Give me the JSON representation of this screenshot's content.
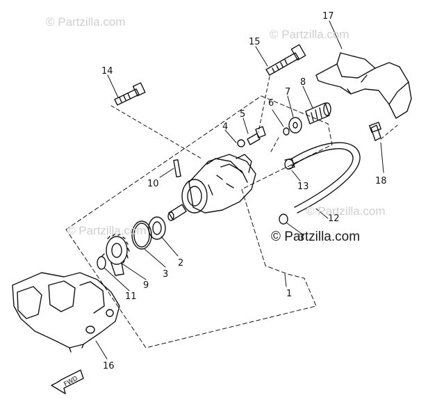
{
  "watermark": {
    "text": "© Partzilla.com"
  },
  "fwd_label": "FWD",
  "callouts": [
    {
      "id": "c1",
      "label": "1"
    },
    {
      "id": "c2",
      "label": "2"
    },
    {
      "id": "c3",
      "label": "3"
    },
    {
      "id": "c4",
      "label": "4"
    },
    {
      "id": "c5",
      "label": "5"
    },
    {
      "id": "c6",
      "label": "6"
    },
    {
      "id": "c7",
      "label": "7"
    },
    {
      "id": "c8",
      "label": "8"
    },
    {
      "id": "c9",
      "label": "9"
    },
    {
      "id": "c10",
      "label": "10"
    },
    {
      "id": "c11",
      "label": "11"
    },
    {
      "id": "c12",
      "label": "12"
    },
    {
      "id": "c13",
      "label": "13"
    },
    {
      "id": "c14",
      "label": "14"
    },
    {
      "id": "c15",
      "label": "15"
    },
    {
      "id": "c16",
      "label": "16"
    },
    {
      "id": "c17",
      "label": "17"
    },
    {
      "id": "c18",
      "label": "18"
    }
  ]
}
